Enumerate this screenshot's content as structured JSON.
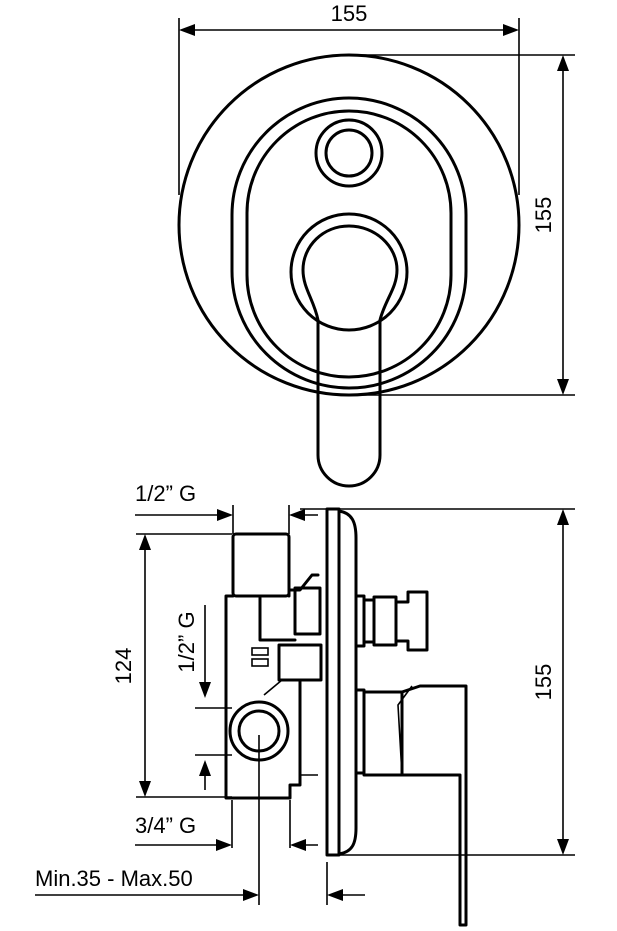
{
  "front_view": {
    "width_label": "155",
    "height_label": "155"
  },
  "side_view": {
    "inlet_top_label": "1/2” G",
    "outlet_label": "1/2” G",
    "spacing_label": "124",
    "inlet_bottom_label": "3/4” G",
    "depth_label": "Min.35 - Max.50",
    "plate_height_label": "155"
  }
}
